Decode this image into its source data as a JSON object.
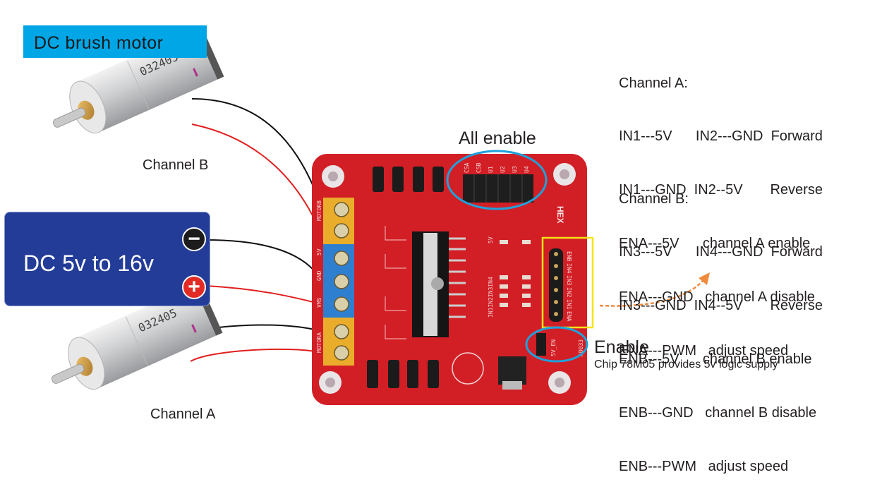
{
  "title": "DC brush  motor",
  "motors": [
    {
      "label": "Channel B",
      "marking": "032405"
    },
    {
      "label": "Channel A",
      "marking": "032405"
    }
  ],
  "power_supply": {
    "label": "DC 5v to 16v",
    "negative_symbol": "−",
    "positive_symbol": "+"
  },
  "board": {
    "terminal_labels": [
      "MOTORB",
      "5V",
      "GND",
      "VMS",
      "MOTORA"
    ],
    "jumper_labels": [
      "CSA",
      "CSB",
      "U1",
      "U2",
      "U3",
      "U4"
    ],
    "pin_labels": [
      "ENB",
      "IN4",
      "IN3",
      "IN2",
      "IN1",
      "ENA"
    ],
    "silk_text": [
      "IN1IN2IN3IN4",
      "5V",
      "5V_EN",
      "AD033",
      "HEX"
    ]
  },
  "callouts": {
    "all_enable": "All enable",
    "enable": "Enable",
    "enable_note": "Chip 78M05 provides 5v logic supply"
  },
  "channel_a": {
    "heading": "Channel A:",
    "rows": [
      "IN1---5V      IN2---GND  Forward",
      "IN1---GND  IN2--5V       Reverse",
      "ENA---5V      channel A enable",
      "ENA---GND   channel A disable",
      "ENA---PWM   adjust speed"
    ]
  },
  "channel_b": {
    "heading": "Channel B:",
    "rows": [
      "IN3---5V      IN4---GND  Forward",
      "IN3---GND  IN4--5V       Reverse",
      "ENB---5V      channel B enable",
      "ENB---GND   channel B disable",
      "ENB---PWM   adjust speed"
    ]
  },
  "colors": {
    "title_bg": "#00a6e6",
    "power_bg": "#233c98",
    "pcb_red": "#d21f26",
    "highlight_blue": "#1ea2dc",
    "highlight_yellow": "#f5e31a",
    "arrow_orange": "#f08a3c",
    "wire_black": "#111111",
    "wire_red": "#e0201f"
  }
}
